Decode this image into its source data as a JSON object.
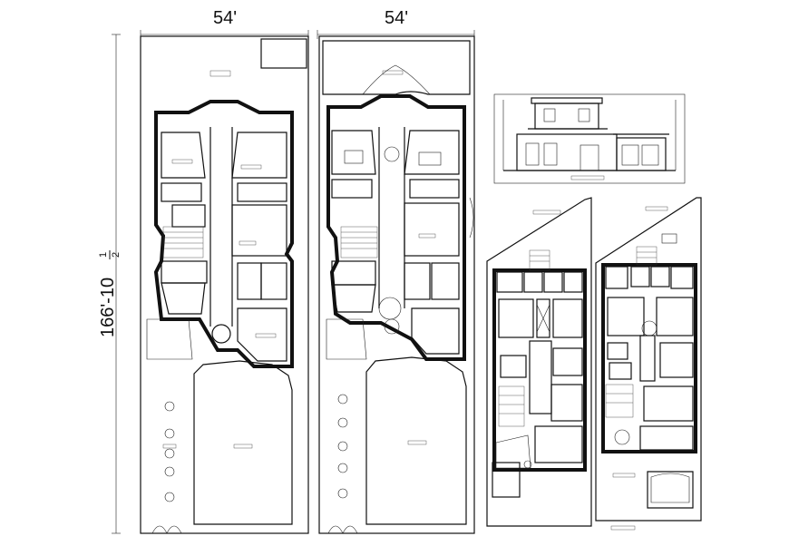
{
  "drawing": {
    "width_dimension_1": "54'",
    "width_dimension_2": "54'",
    "depth_dimension_whole": "166'-10",
    "depth_dimension_num": "1",
    "depth_dimension_den": "2"
  }
}
